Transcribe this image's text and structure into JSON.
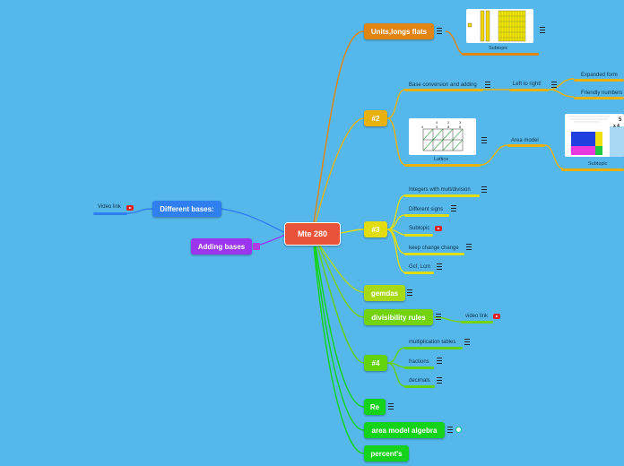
{
  "central": "Mte 280",
  "left": {
    "different_bases": "Different bases:",
    "video_link": "Video link",
    "adding_bases": "Adding bases"
  },
  "units": {
    "title": "Units,longs flats",
    "subtopic": "Subtopic"
  },
  "n2": {
    "title": "#2",
    "base_conversion": "Base conversion and adding",
    "left_to_right": "Left to right!",
    "expanded_form": "Expanded form",
    "friendly_numbers": "Friendly numbers",
    "lattice": "Lattice",
    "area_model": "Area model",
    "subtopic": "Subtopic",
    "area_numbers": [
      "5",
      "x 4"
    ],
    "lattice_digits": [
      "4",
      "2",
      "3",
      "3",
      "8",
      "6",
      "4"
    ]
  },
  "n3": {
    "title": "#3",
    "items": [
      "Integers with mult/division",
      "Different signs",
      "Subtopic",
      "keep change change",
      "Gcf, Lcm"
    ]
  },
  "gemdas": "gemdas",
  "divisibility": {
    "title": "divisibility rules",
    "video_link": "video link"
  },
  "n4": {
    "title": "#4",
    "items": [
      "multiplication tables",
      "fractions",
      "decimals"
    ]
  },
  "re": "Re",
  "area_model_algebra": "area model algebra",
  "percents": "percent's",
  "colors": {
    "background": "#56b8ea",
    "central": "#e8533a",
    "units": "#e08512",
    "n2": "#e8b10d",
    "n3": "#e2dd10",
    "gemdas": "#a8d915",
    "divisibility": "#74d310",
    "n4": "#62d30c",
    "green": "#14d31a",
    "different_bases": "#2f7ff0",
    "adding_bases": "#9b35ee"
  }
}
